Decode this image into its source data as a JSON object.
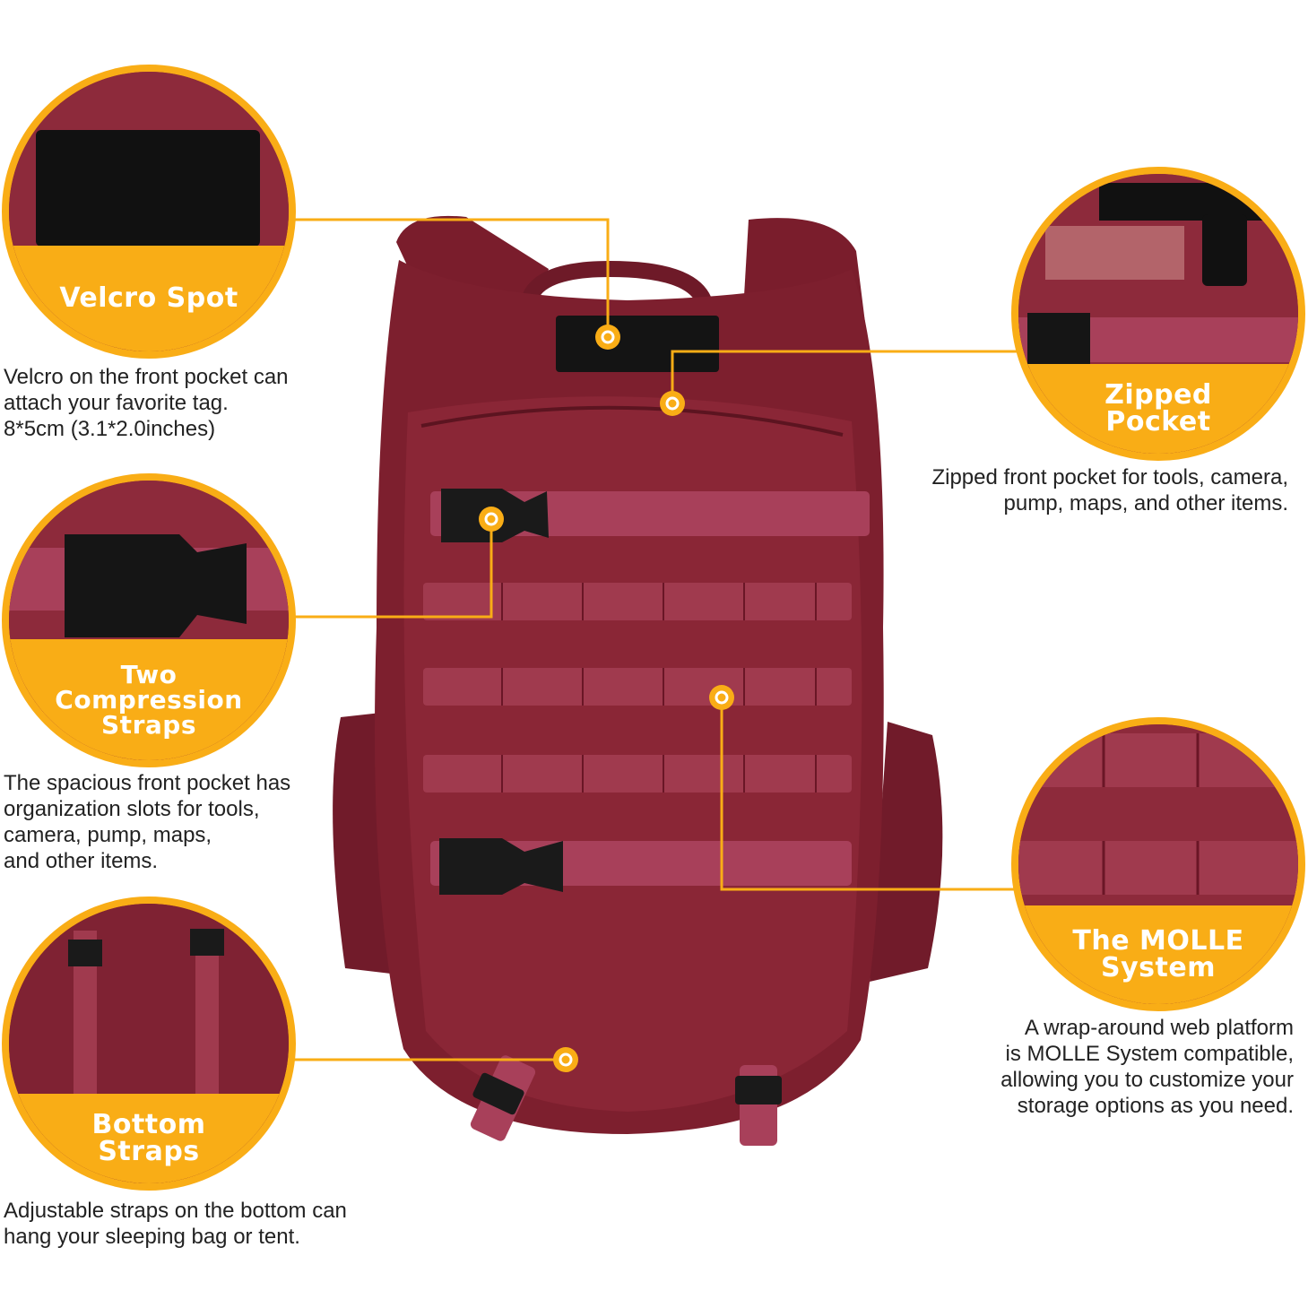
{
  "colors": {
    "accent": "#f9ad16",
    "backpack": "#7d1f2e",
    "backpack_light": "#9c3448",
    "text": "#222222"
  },
  "features": {
    "velcro": {
      "title": "Velcro Spot",
      "description": "Velcro on the front pocket can\nattach your favorite tag.\n8*5cm (3.1*2.0inches)"
    },
    "zipped": {
      "title": "Zipped\nPocket",
      "description": "Zipped front pocket for tools, camera,\npump, maps, and other items."
    },
    "compression": {
      "title": "Two\nCompression\nStraps",
      "description": "The spacious front pocket has\norganization slots for tools,\ncamera, pump, maps,\nand other items."
    },
    "molle": {
      "title": "The MOLLE\nSystem",
      "description": "A wrap-around web platform\nis MOLLE System compatible,\nallowing you to customize your\nstorage options as you need."
    },
    "bottom": {
      "title": "Bottom\nStraps",
      "description": "Adjustable straps on the bottom can\nhang your sleeping bag or tent."
    }
  }
}
